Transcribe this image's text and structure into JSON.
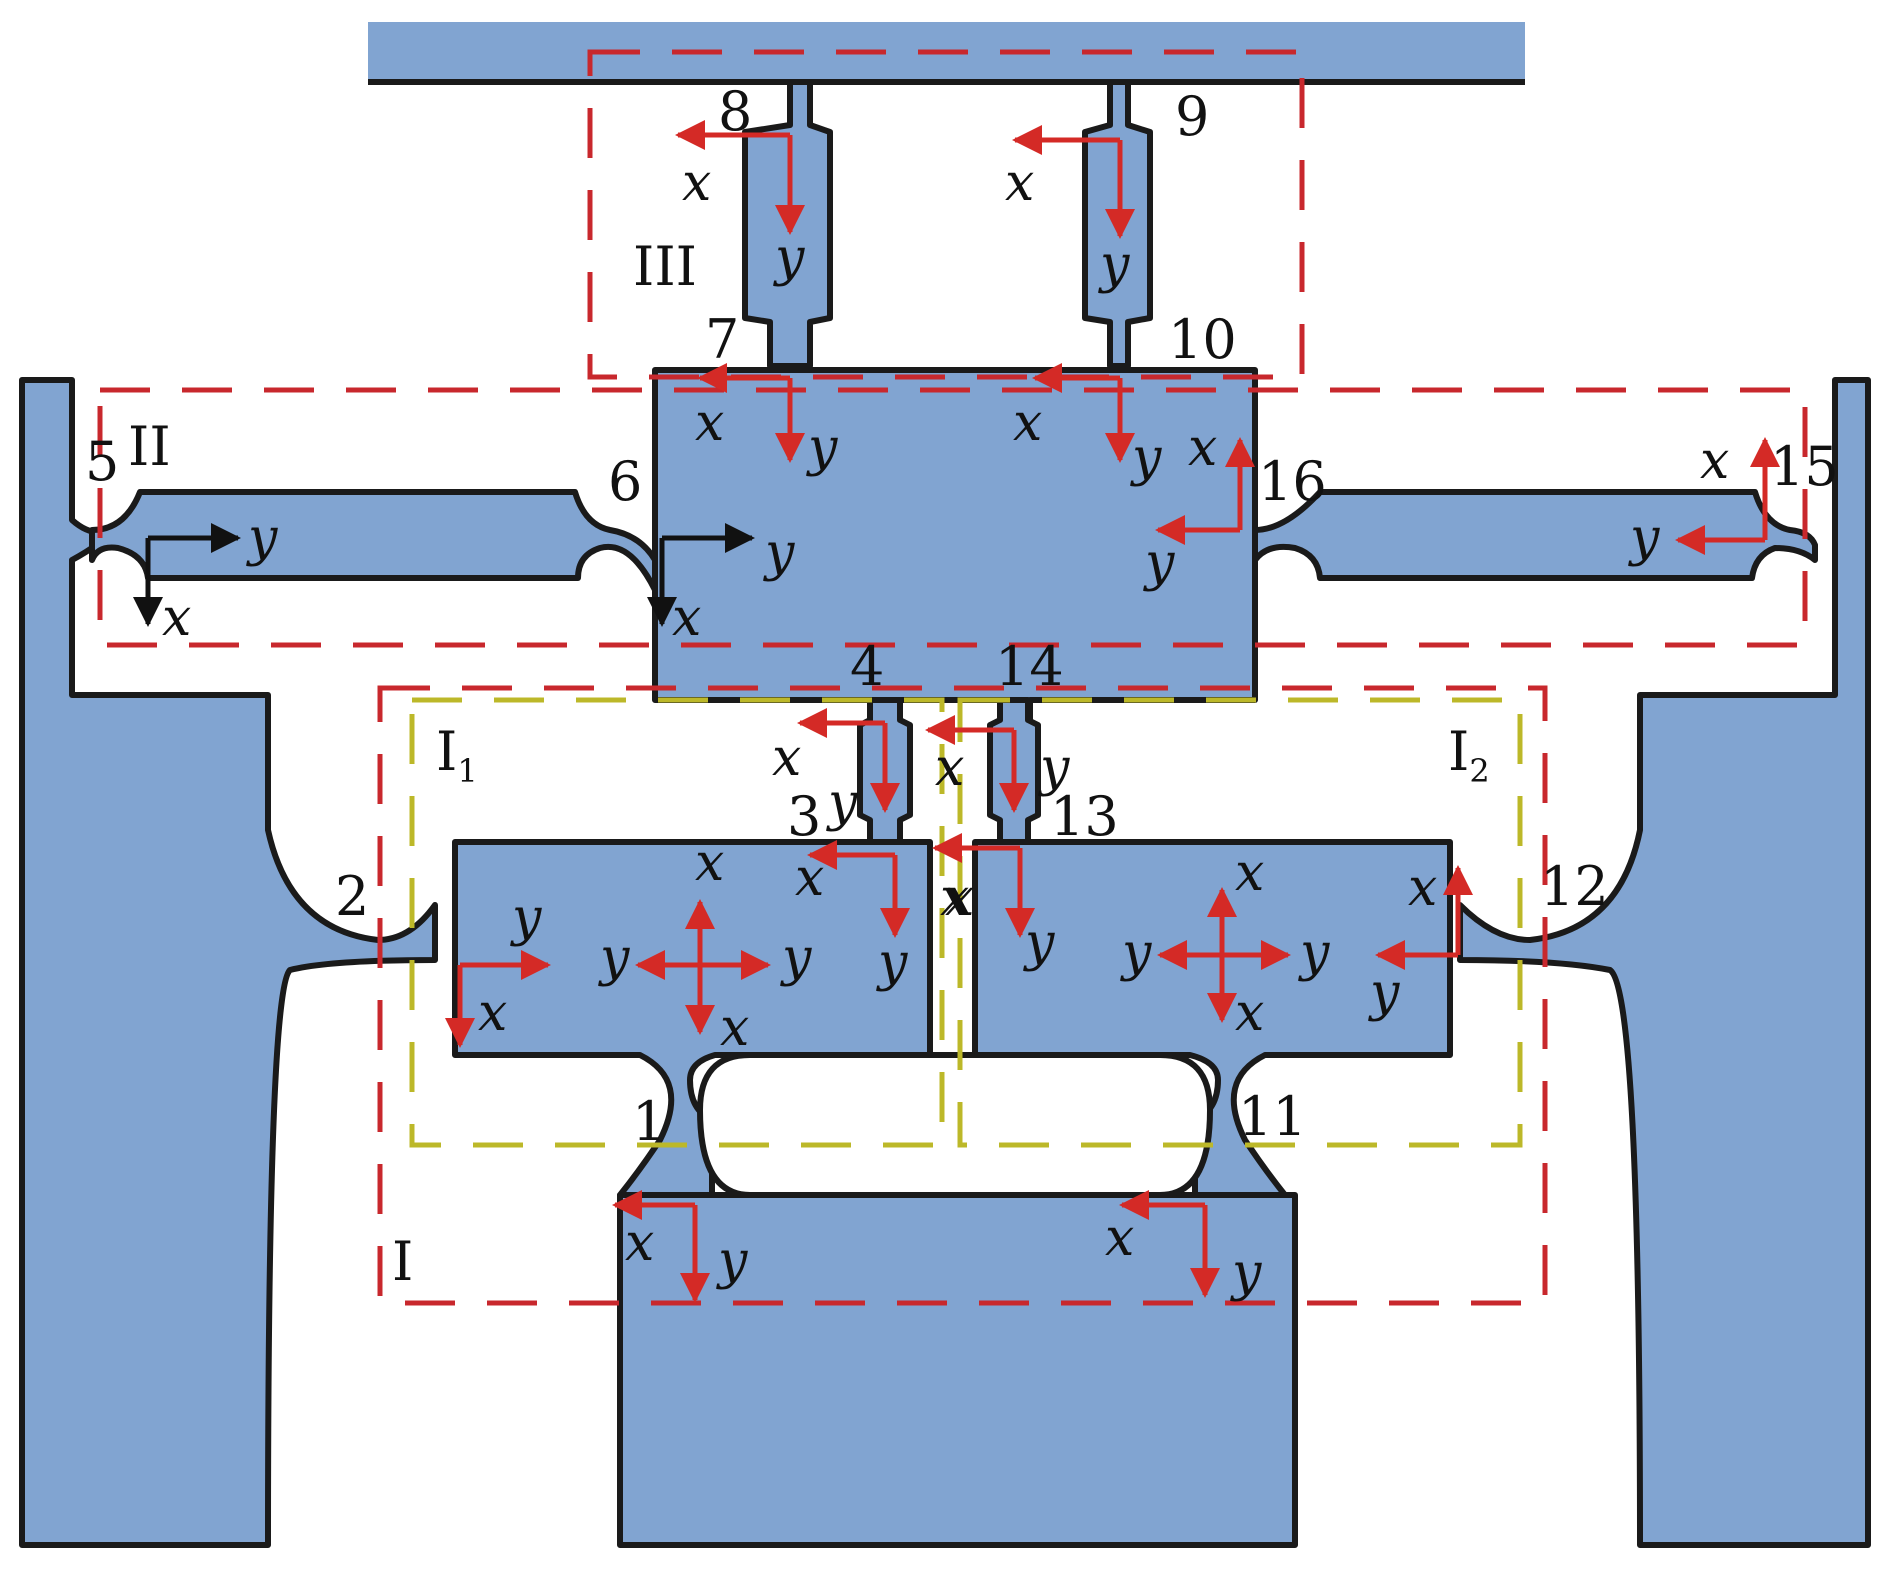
{
  "colors": {
    "material": "#81a4d1",
    "outline": "#1a1a1a",
    "frame_red": "#c8282d",
    "frame_yellow": "#bcb829",
    "arrow_red": "#d42a26",
    "arrow_black": "#111111"
  },
  "hinges": [
    "1",
    "2",
    "3",
    "4",
    "5",
    "6",
    "7",
    "8",
    "9",
    "10",
    "11",
    "12",
    "13",
    "14",
    "15",
    "16"
  ],
  "regions": {
    "I": "I",
    "I1": {
      "main": "I",
      "sub": "1"
    },
    "I2": {
      "main": "I",
      "sub": "2"
    },
    "II": "II",
    "III": "III"
  },
  "axis_x": "x",
  "axis_y": "y"
}
